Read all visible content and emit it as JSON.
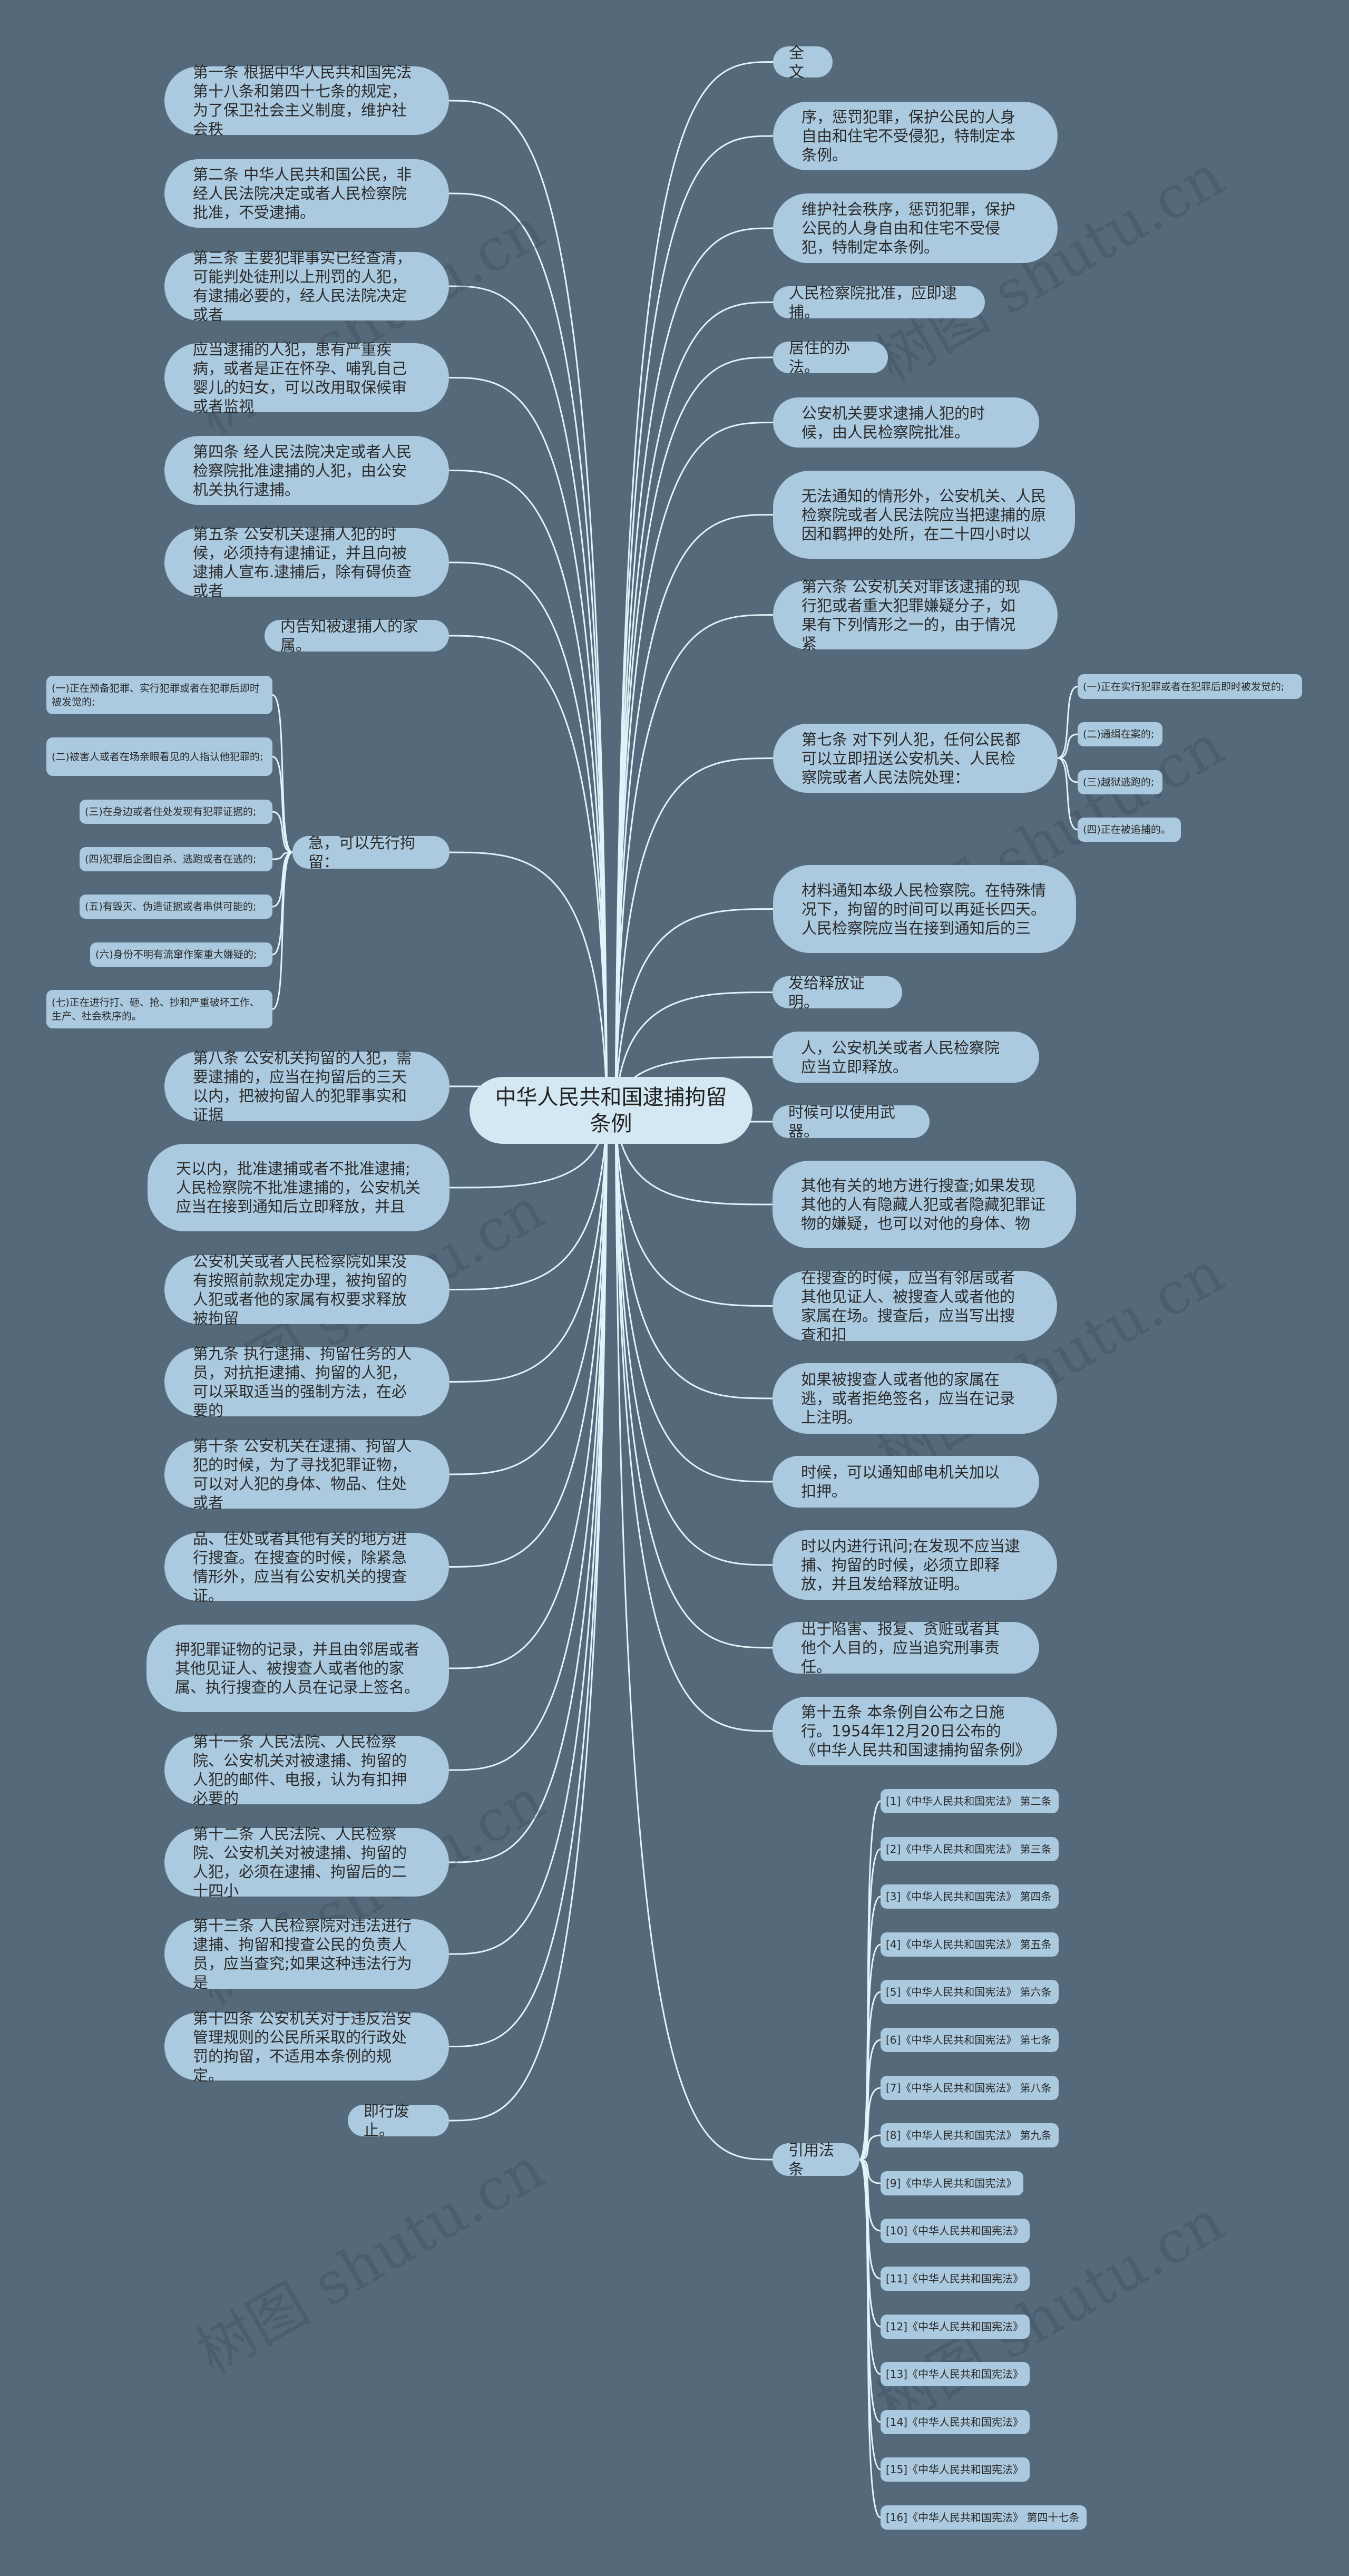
{
  "title": "中华人民共和国逮捕拘留条例",
  "watermark": "树图 shutu.cn",
  "colors": {
    "background": "#546a7b",
    "node": "#abc9df",
    "center": "#d3e8f3",
    "line": "#dff3fb"
  },
  "left_nodes": [
    "第一条 根据中华人民共和国宪法第十八条和第四十七条的规定，为了保卫社会主义制度，维护社会秩",
    "第二条 中华人民共和国公民，非经人民法院决定或者人民检察院批准，不受逮捕。",
    "第三条 主要犯罪事实已经查清，可能判处徒刑以上刑罚的人犯，有逮捕必要的，经人民法院决定或者",
    "应当逮捕的人犯，患有严重疾病，或者是正在怀孕、哺乳自己婴儿的妇女，可以改用取保候审或者监视",
    "第四条 经人民法院决定或者人民检察院批准逮捕的人犯，由公安机关执行逮捕。",
    "第五条 公安机关逮捕人犯的时候，必须持有逮捕证，并且向被逮捕人宣布.逮捕后，除有碍侦查或者",
    "内告知被逮捕人的家属。",
    "急，可以先行拘留：",
    "第八条 公安机关拘留的人犯，需要逮捕的，应当在拘留后的三天以内，把被拘留人的犯罪事实和证据",
    "天以内，批准逮捕或者不批准逮捕;人民检察院不批准逮捕的，公安机关应当在接到通知后立即释放，并且",
    "公安机关或者人民检察院如果没有按照前款规定办理，被拘留的人犯或者他的家属有权要求释放被拘留",
    "第九条 执行逮捕、拘留任务的人员，对抗拒逮捕、拘留的人犯，可以采取适当的强制方法，在必要的",
    "第十条 公安机关在逮捕、拘留人犯的时候，为了寻找犯罪证物，可以对人犯的身体、物品、住处或者",
    "品、住处或者其他有关的地方进行搜查。在搜查的时候，除紧急情形外，应当有公安机关的搜查证。",
    "押犯罪证物的记录，并且由邻居或者其他见证人、被搜查人或者他的家属、执行搜查的人员在记录上签名。",
    "第十一条 人民法院、人民检察院、公安机关对被逮捕、拘留的人犯的邮件、电报，认为有扣押必要的",
    "第十二条 人民法院、人民检察院、公安机关对被逮捕、拘留的人犯，必须在逮捕、拘留后的二十四小",
    "第十三条 人民检察院对违法进行逮捕、拘留和搜查公民的负责人员，应当查究;如果这种违法行为是",
    "第十四条 公安机关对于违反治安管理规则的公民所采取的行政处罚的拘留，不适用本条例的规定。",
    "即行废止。"
  ],
  "left_sub_items": [
    "(一)正在预备犯罪、实行犯罪或者在犯罪后即时被发觉的;",
    "(二)被害人或者在场亲眼看见的人指认他犯罪的;",
    "(三)在身边或者住处发现有犯罪证据的;",
    "(四)犯罪后企图自杀、逃跑或者在逃的;",
    "(五)有毁灭、伪造证据或者串供可能的;",
    "(六)身份不明有流窜作案重大嫌疑的;",
    "(七)正在进行打、砸、抢、抄和严重破坏工作、生产、社会秩序的。"
  ],
  "right_nodes": [
    "全文",
    "序，惩罚犯罪，保护公民的人身自由和住宅不受侵犯，特制定本条例。",
    "维护社会秩序，惩罚犯罪，保护公民的人身自由和住宅不受侵犯，特制定本条例。",
    "人民检察院批准，应即逮捕。",
    "居住的办法。",
    "公安机关要求逮捕人犯的时候，由人民检察院批准。",
    "无法通知的情形外，公安机关、人民检察院或者人民法院应当把逮捕的原因和羁押的处所，在二十四小时以",
    "第六条 公安机关对罪该逮捕的现行犯或者重大犯罪嫌疑分子，如果有下列情形之一的，由于情况紧",
    "第七条 对下列人犯，任何公民都可以立即扭送公安机关、人民检察院或者人民法院处理：",
    "材料通知本级人民检察院。在特殊情况下，拘留的时间可以再延长四天。人民检察院应当在接到通知后的三",
    "发给释放证明。",
    "人，公安机关或者人民检察院应当立即释放。",
    "时候可以使用武器。",
    "其他有关的地方进行搜查;如果发现其他的人有隐藏人犯或者隐藏犯罪证物的嫌疑，也可以对他的身体、物",
    "在搜查的时候，应当有邻居或者其他见证人、被搜查人或者他的家属在场。搜查后，应当写出搜查和扣",
    "如果被搜查人或者他的家属在逃，或者拒绝签名，应当在记录上注明。",
    "时候，可以通知邮电机关加以扣押。",
    "时以内进行讯问;在发现不应当逮捕、拘留的时候，必须立即释放，并且发给释放证明。",
    "出于陷害、报复、贪赃或者其他个人目的，应当追究刑事责任。",
    "第十五条 本条例自公布之日施行。1954年12月20日公布的《中华人民共和国逮捕拘留条例》",
    "引用法条"
  ],
  "right_sub_items": [
    "(一)正在实行犯罪或者在犯罪后即时被发觉的;",
    "(二)通缉在案的;",
    "(三)越狱逃跑的;",
    "(四)正在被追捕的。"
  ],
  "citations": [
    "[1]《中华人民共和国宪法》 第二条",
    "[2]《中华人民共和国宪法》 第三条",
    "[3]《中华人民共和国宪法》 第四条",
    "[4]《中华人民共和国宪法》 第五条",
    "[5]《中华人民共和国宪法》 第六条",
    "[6]《中华人民共和国宪法》 第七条",
    "[7]《中华人民共和国宪法》 第八条",
    "[8]《中华人民共和国宪法》 第九条",
    "[9]《中华人民共和国宪法》",
    "[10]《中华人民共和国宪法》",
    "[11]《中华人民共和国宪法》",
    "[12]《中华人民共和国宪法》",
    "[13]《中华人民共和国宪法》",
    "[14]《中华人民共和国宪法》",
    "[15]《中华人民共和国宪法》",
    "[16]《中华人民共和国宪法》 第四十七条"
  ]
}
